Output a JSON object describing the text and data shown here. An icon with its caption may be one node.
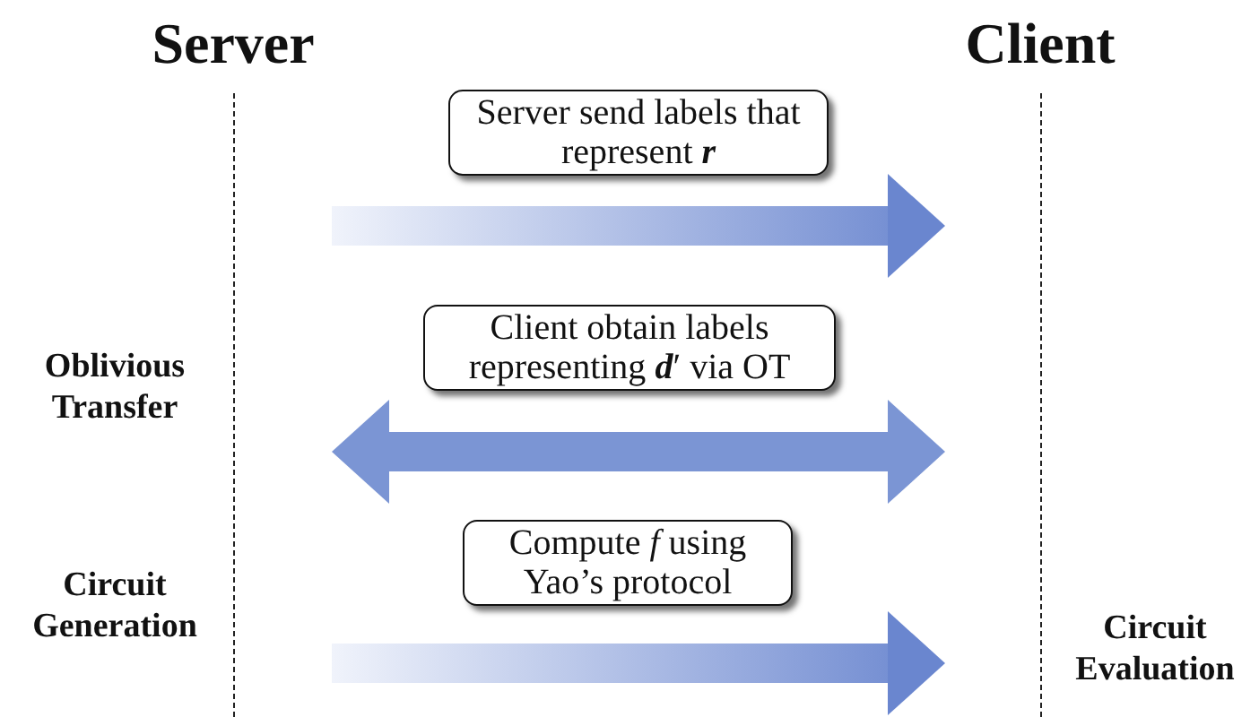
{
  "diagram": {
    "nodes": [
      {
        "text": [
          "Server"
        ]
      },
      {
        "text": [
          "Client"
        ]
      }
    ],
    "edges": [
      {
        "from": 0,
        "to": 1,
        "arrow": "to",
        "label": "Server send labels that represent **r**"
      },
      {
        "from": 0,
        "to": 1,
        "arrow": "both",
        "label": "Client obtain labels representing **d**′ via OT"
      },
      {
        "from": 0,
        "to": 1,
        "arrow": "to",
        "label": "Compute *f* using Yao’s protocol"
      }
    ],
    "labels": [
      "Oblivious Transfer",
      "Circuit Generation",
      "Circuit Evaluation"
    ]
  }
}
